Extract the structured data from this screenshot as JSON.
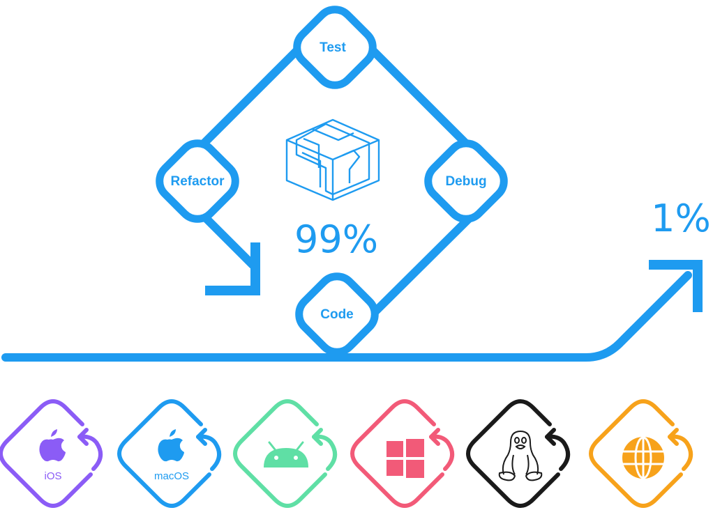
{
  "colors": {
    "blue": "#1e9bf0",
    "ios": "#8b5cf6",
    "macos": "#1e9bf0",
    "android": "#5fdfa5",
    "windows": "#f25a78",
    "linux": "#1a1a1a",
    "web": "#f7a21b"
  },
  "cycle": {
    "nodes": {
      "test": "Test",
      "refactor": "Refactor",
      "debug": "Debug",
      "code": "Code"
    },
    "center_percent": "99%"
  },
  "path": {
    "exit_percent": "1%"
  },
  "platforms": [
    {
      "id": "ios",
      "label": "iOS",
      "icon": "apple-icon"
    },
    {
      "id": "macos",
      "label": "macOS",
      "icon": "apple-icon"
    },
    {
      "id": "android",
      "label": "",
      "icon": "android-icon"
    },
    {
      "id": "windows",
      "label": "",
      "icon": "windows-icon"
    },
    {
      "id": "linux",
      "label": "",
      "icon": "linux-penguin-icon"
    },
    {
      "id": "web",
      "label": "",
      "icon": "globe-icon"
    }
  ]
}
